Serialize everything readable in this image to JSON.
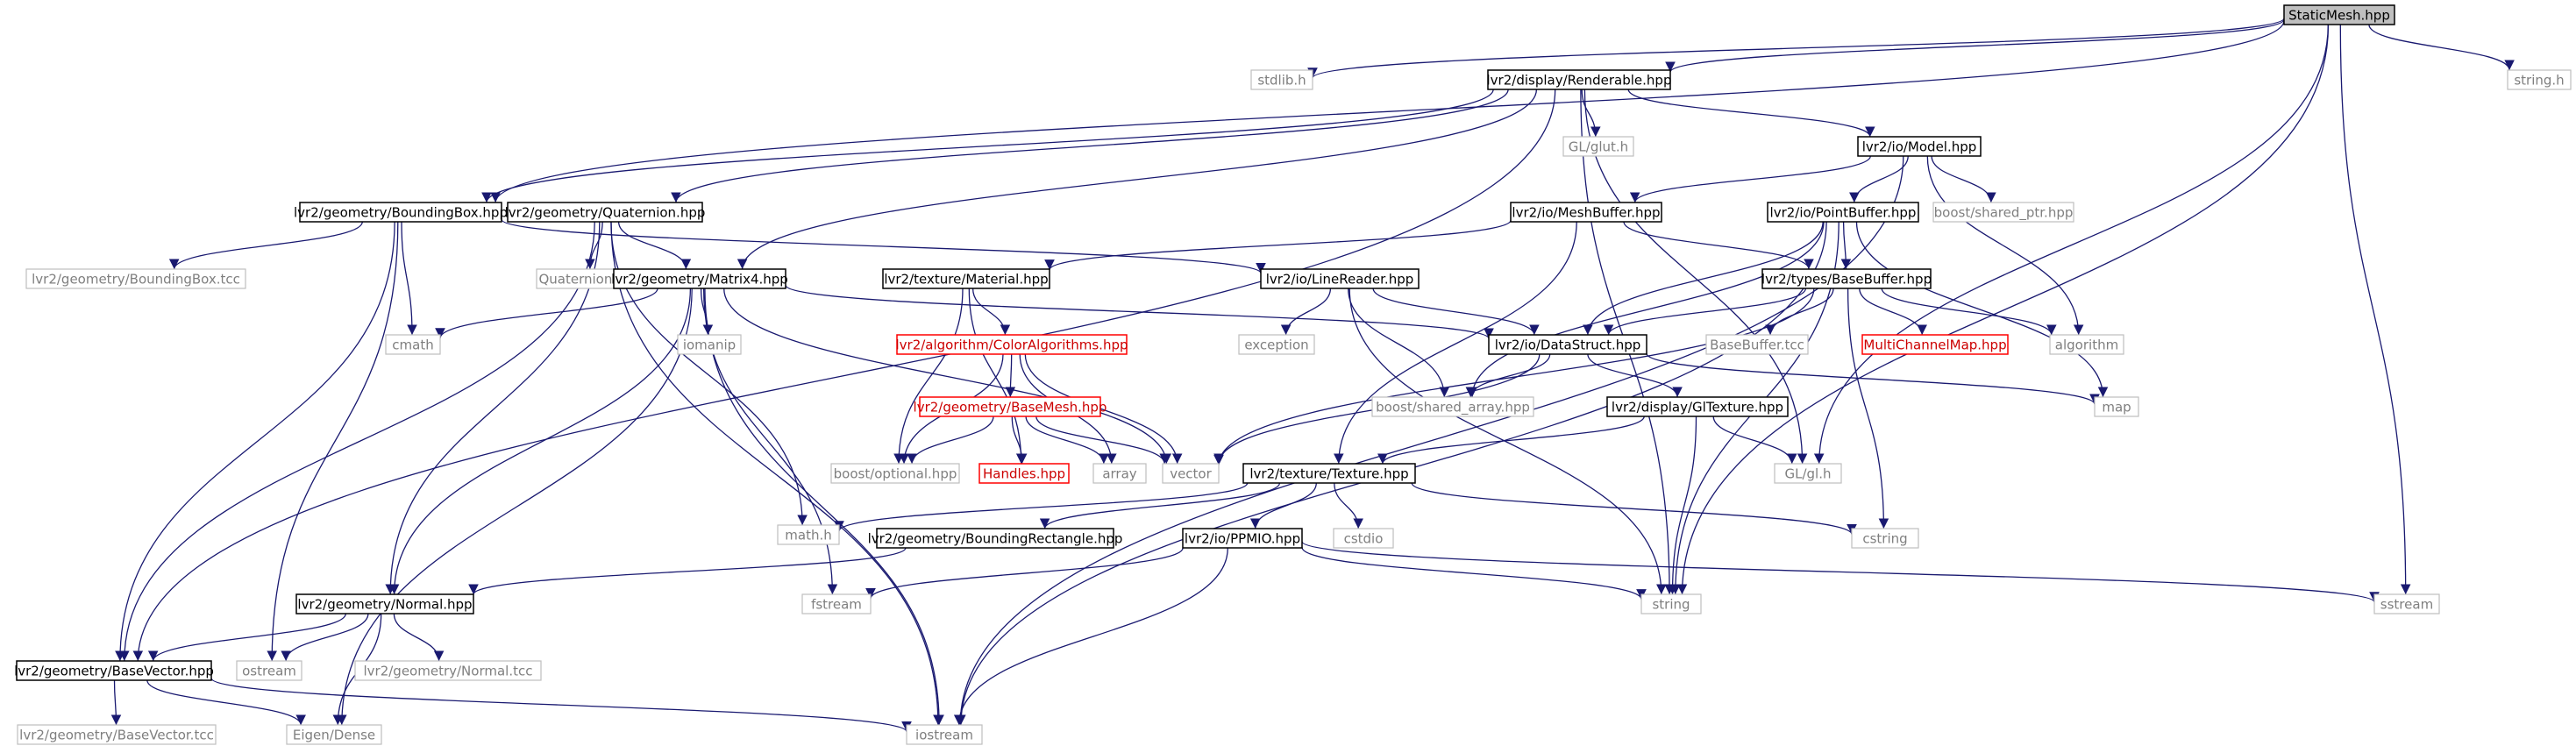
{
  "colors": {
    "edge": "#191970",
    "root_fill": "#bfbfbf",
    "documented_border": "#000000",
    "incomplete_border": "#ff0000",
    "external_border": "#bfbfbf",
    "external_text": "#7f7f7f"
  },
  "nodes": [
    {
      "id": "staticmesh",
      "label": "StaticMesh.hpp",
      "kind": "root"
    },
    {
      "id": "stdlib",
      "label": "stdlib.h",
      "kind": "external"
    },
    {
      "id": "renderable",
      "label": "lvr2/display/Renderable.hpp",
      "kind": "documented"
    },
    {
      "id": "stringh",
      "label": "string.h",
      "kind": "external"
    },
    {
      "id": "glut",
      "label": "GL/glut.h",
      "kind": "external"
    },
    {
      "id": "model",
      "label": "lvr2/io/Model.hpp",
      "kind": "documented"
    },
    {
      "id": "boundingbox",
      "label": "lvr2/geometry/BoundingBox.hpp",
      "kind": "documented"
    },
    {
      "id": "quaternion",
      "label": "lvr2/geometry/Quaternion.hpp",
      "kind": "documented"
    },
    {
      "id": "meshbuffer",
      "label": "lvr2/io/MeshBuffer.hpp",
      "kind": "documented"
    },
    {
      "id": "pointbuffer",
      "label": "lvr2/io/PointBuffer.hpp",
      "kind": "documented"
    },
    {
      "id": "sharedptr",
      "label": "boost/shared_ptr.hpp",
      "kind": "external"
    },
    {
      "id": "boundingboxtcc",
      "label": "lvr2/geometry/BoundingBox.tcc",
      "kind": "external"
    },
    {
      "id": "quaterniontcc",
      "label": "Quaternion.tcc",
      "kind": "external"
    },
    {
      "id": "matrix4",
      "label": "lvr2/geometry/Matrix4.hpp",
      "kind": "documented"
    },
    {
      "id": "material",
      "label": "lvr2/texture/Material.hpp",
      "kind": "documented"
    },
    {
      "id": "linereader",
      "label": "lvr2/io/LineReader.hpp",
      "kind": "documented"
    },
    {
      "id": "basebuffer",
      "label": "lvr2/types/BaseBuffer.hpp",
      "kind": "documented"
    },
    {
      "id": "cmath",
      "label": "cmath",
      "kind": "external"
    },
    {
      "id": "iomanip",
      "label": "iomanip",
      "kind": "external"
    },
    {
      "id": "coloralgorithms",
      "label": "lvr2/algorithm/ColorAlgorithms.hpp",
      "kind": "incomplete"
    },
    {
      "id": "exception",
      "label": "exception",
      "kind": "external"
    },
    {
      "id": "datastruct",
      "label": "lvr2/io/DataStruct.hpp",
      "kind": "documented"
    },
    {
      "id": "basebuffertcc",
      "label": "BaseBuffer.tcc",
      "kind": "external"
    },
    {
      "id": "multichannelmap",
      "label": "MultiChannelMap.hpp",
      "kind": "incomplete"
    },
    {
      "id": "algorithm",
      "label": "algorithm",
      "kind": "external"
    },
    {
      "id": "basemesh",
      "label": "lvr2/geometry/BaseMesh.hpp",
      "kind": "incomplete"
    },
    {
      "id": "sharedarray",
      "label": "boost/shared_array.hpp",
      "kind": "external"
    },
    {
      "id": "gltexture",
      "label": "lvr2/display/GlTexture.hpp",
      "kind": "documented"
    },
    {
      "id": "map",
      "label": "map",
      "kind": "external"
    },
    {
      "id": "optional",
      "label": "boost/optional.hpp",
      "kind": "external"
    },
    {
      "id": "handles",
      "label": "Handles.hpp",
      "kind": "incomplete"
    },
    {
      "id": "array",
      "label": "array",
      "kind": "external"
    },
    {
      "id": "vector",
      "label": "vector",
      "kind": "external"
    },
    {
      "id": "texture",
      "label": "lvr2/texture/Texture.hpp",
      "kind": "documented"
    },
    {
      "id": "glh",
      "label": "GL/gl.h",
      "kind": "external"
    },
    {
      "id": "mathh",
      "label": "math.h",
      "kind": "external"
    },
    {
      "id": "boundingrect",
      "label": "lvr2/geometry/BoundingRectangle.hpp",
      "kind": "documented"
    },
    {
      "id": "cstdio",
      "label": "cstdio",
      "kind": "external"
    },
    {
      "id": "cstring",
      "label": "cstring",
      "kind": "external"
    },
    {
      "id": "ppmio",
      "label": "lvr2/io/PPMIO.hpp",
      "kind": "documented"
    },
    {
      "id": "normal",
      "label": "lvr2/geometry/Normal.hpp",
      "kind": "documented"
    },
    {
      "id": "fstream",
      "label": "fstream",
      "kind": "external"
    },
    {
      "id": "string",
      "label": "string",
      "kind": "external"
    },
    {
      "id": "sstream",
      "label": "sstream",
      "kind": "external"
    },
    {
      "id": "basevector",
      "label": "lvr2/geometry/BaseVector.hpp",
      "kind": "documented"
    },
    {
      "id": "ostream",
      "label": "ostream",
      "kind": "external"
    },
    {
      "id": "normaltcc",
      "label": "lvr2/geometry/Normal.tcc",
      "kind": "external"
    },
    {
      "id": "basevectortcc",
      "label": "lvr2/geometry/BaseVector.tcc",
      "kind": "external"
    },
    {
      "id": "eigendense",
      "label": "Eigen/Dense",
      "kind": "external"
    },
    {
      "id": "iostream",
      "label": "iostream",
      "kind": "external"
    }
  ],
  "edges": [
    [
      "staticmesh",
      "stdlib"
    ],
    [
      "staticmesh",
      "renderable"
    ],
    [
      "staticmesh",
      "stringh"
    ],
    [
      "staticmesh",
      "boundingbox"
    ],
    [
      "staticmesh",
      "glh"
    ],
    [
      "staticmesh",
      "string"
    ],
    [
      "staticmesh",
      "sstream"
    ],
    [
      "renderable",
      "glut"
    ],
    [
      "renderable",
      "model"
    ],
    [
      "renderable",
      "boundingbox"
    ],
    [
      "renderable",
      "quaternion"
    ],
    [
      "renderable",
      "matrix4"
    ],
    [
      "renderable",
      "basevector"
    ],
    [
      "renderable",
      "glh"
    ],
    [
      "renderable",
      "string"
    ],
    [
      "model",
      "meshbuffer"
    ],
    [
      "model",
      "pointbuffer"
    ],
    [
      "model",
      "sharedptr"
    ],
    [
      "model",
      "algorithm"
    ],
    [
      "model",
      "iostream"
    ],
    [
      "boundingbox",
      "boundingboxtcc"
    ],
    [
      "boundingbox",
      "cmath"
    ],
    [
      "boundingbox",
      "ostream"
    ],
    [
      "boundingbox",
      "basevector"
    ],
    [
      "boundingbox",
      "linereader"
    ],
    [
      "quaternion",
      "quaterniontcc"
    ],
    [
      "quaternion",
      "matrix4"
    ],
    [
      "quaternion",
      "normal"
    ],
    [
      "quaternion",
      "basevector"
    ],
    [
      "quaternion",
      "iostream"
    ],
    [
      "quaternion",
      "mathh"
    ],
    [
      "meshbuffer",
      "material"
    ],
    [
      "meshbuffer",
      "basebuffer"
    ],
    [
      "meshbuffer",
      "texture"
    ],
    [
      "pointbuffer",
      "basebuffer"
    ],
    [
      "pointbuffer",
      "datastruct"
    ],
    [
      "pointbuffer",
      "sharedarray"
    ],
    [
      "pointbuffer",
      "map"
    ],
    [
      "pointbuffer",
      "string"
    ],
    [
      "pointbuffer",
      "iostream"
    ],
    [
      "matrix4",
      "cmath"
    ],
    [
      "matrix4",
      "iomanip"
    ],
    [
      "matrix4",
      "normal"
    ],
    [
      "matrix4",
      "datastruct"
    ],
    [
      "matrix4",
      "vector"
    ],
    [
      "matrix4",
      "fstream"
    ],
    [
      "matrix4",
      "iostream"
    ],
    [
      "matrix4",
      "eigendense"
    ],
    [
      "material",
      "coloralgorithms"
    ],
    [
      "material",
      "optional"
    ],
    [
      "material",
      "handles"
    ],
    [
      "linereader",
      "exception"
    ],
    [
      "linereader",
      "datastruct"
    ],
    [
      "linereader",
      "sharedarray"
    ],
    [
      "linereader",
      "string"
    ],
    [
      "basebuffer",
      "datastruct"
    ],
    [
      "basebuffer",
      "basebuffertcc"
    ],
    [
      "basebuffer",
      "multichannelmap"
    ],
    [
      "basebuffer",
      "algorithm"
    ],
    [
      "basebuffer",
      "cstring"
    ],
    [
      "basebuffer",
      "vector"
    ],
    [
      "coloralgorithms",
      "basemesh"
    ],
    [
      "coloralgorithms",
      "optional"
    ],
    [
      "coloralgorithms",
      "array"
    ],
    [
      "coloralgorithms",
      "vector"
    ],
    [
      "datastruct",
      "sharedarray"
    ],
    [
      "datastruct",
      "gltexture"
    ],
    [
      "datastruct",
      "map"
    ],
    [
      "datastruct",
      "vector"
    ],
    [
      "basemesh",
      "optional"
    ],
    [
      "basemesh",
      "handles"
    ],
    [
      "basemesh",
      "array"
    ],
    [
      "basemesh",
      "vector"
    ],
    [
      "gltexture",
      "texture"
    ],
    [
      "gltexture",
      "glh"
    ],
    [
      "gltexture",
      "string"
    ],
    [
      "texture",
      "mathh"
    ],
    [
      "texture",
      "boundingrect"
    ],
    [
      "texture",
      "cstdio"
    ],
    [
      "texture",
      "cstring"
    ],
    [
      "texture",
      "ppmio"
    ],
    [
      "boundingrect",
      "normal"
    ],
    [
      "ppmio",
      "fstream"
    ],
    [
      "ppmio",
      "string"
    ],
    [
      "ppmio",
      "sstream"
    ],
    [
      "ppmio",
      "iostream"
    ],
    [
      "normal",
      "basevector"
    ],
    [
      "normal",
      "ostream"
    ],
    [
      "normal",
      "normaltcc"
    ],
    [
      "normal",
      "eigendense"
    ],
    [
      "basevector",
      "basevectortcc"
    ],
    [
      "basevector",
      "eigendense"
    ],
    [
      "basevector",
      "iostream"
    ]
  ]
}
